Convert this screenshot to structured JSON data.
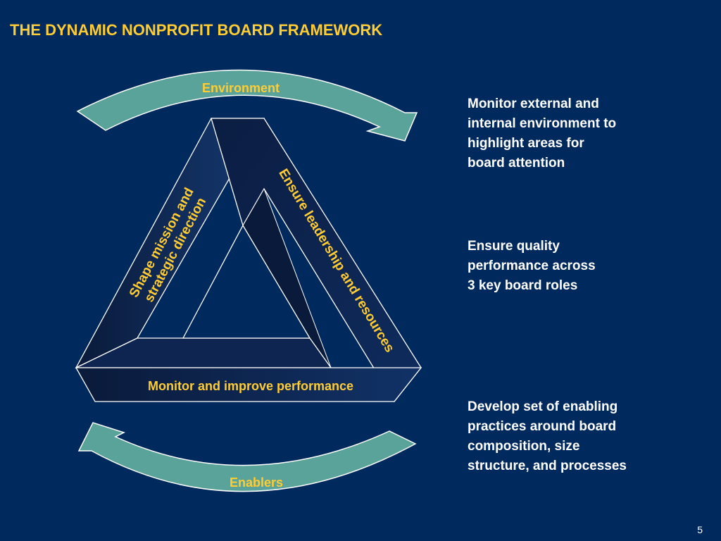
{
  "slide": {
    "title": "THE DYNAMIC NONPROFIT BOARD FRAMEWORK",
    "page_number": "5"
  },
  "diagram": {
    "top_arrow_label": "Environment",
    "bottom_arrow_label": "Enablers",
    "triangle_left_label_line1": "Shape mission and",
    "triangle_left_label_line2": "strategic direction",
    "triangle_right_label": "Ensure leadership and resources",
    "triangle_bottom_label": "Monitor and improve performance"
  },
  "descriptions": {
    "environment": {
      "lines": [
        "Monitor external and",
        "internal environment to",
        "highlight areas for",
        "board attention"
      ]
    },
    "performance": {
      "lines": [
        "Ensure quality",
        "performance across",
        "3 key board roles"
      ]
    },
    "enablers": {
      "lines": [
        "Develop set of enabling",
        "practices around board",
        "composition, size",
        "structure, and processes"
      ]
    }
  },
  "colors": {
    "background": "#002a5e",
    "title": "#ffcc33",
    "arrow_fill": "#5aa39a",
    "label": "#ffcc33",
    "text": "#ffffff"
  }
}
